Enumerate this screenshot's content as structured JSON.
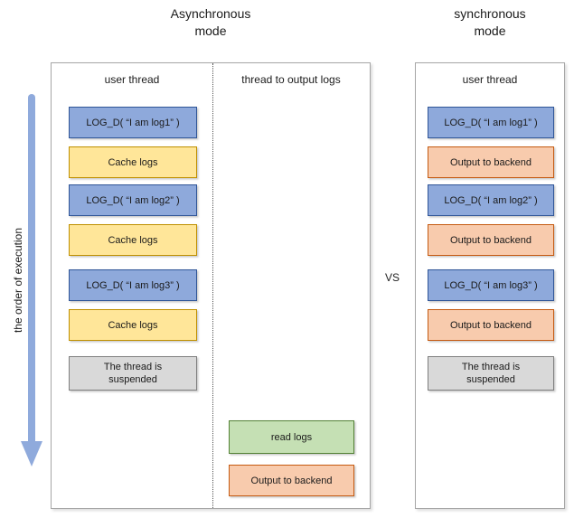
{
  "header": {
    "async_title": "Asynchronous\nmode",
    "sync_title": "synchronous\nmode",
    "vs_label": "VS"
  },
  "execution_axis": {
    "label": "the order of execution"
  },
  "async_panel": {
    "columns": [
      {
        "header": "user thread",
        "boxes": [
          {
            "label": "LOG_D( “I am log1” )",
            "type": "log-call"
          },
          {
            "label": "Cache logs",
            "type": "cache"
          },
          {
            "label": "LOG_D( “I am log2” )",
            "type": "log-call"
          },
          {
            "label": "Cache logs",
            "type": "cache"
          },
          {
            "label": "LOG_D( “I am log3” )",
            "type": "log-call"
          },
          {
            "label": "Cache logs",
            "type": "cache"
          },
          {
            "label": "The thread is\nsuspended",
            "type": "suspended"
          }
        ]
      },
      {
        "header": "thread to output logs",
        "boxes": [
          {
            "label": "read logs",
            "type": "read"
          },
          {
            "label": "Output to backend",
            "type": "output"
          }
        ]
      }
    ]
  },
  "sync_panel": {
    "columns": [
      {
        "header": "user thread",
        "boxes": [
          {
            "label": "LOG_D( “I am log1” )",
            "type": "log-call"
          },
          {
            "label": "Output to backend",
            "type": "output"
          },
          {
            "label": "LOG_D( “I am log2” )",
            "type": "log-call"
          },
          {
            "label": "Output to backend",
            "type": "output"
          },
          {
            "label": "LOG_D( “I am log3” )",
            "type": "log-call"
          },
          {
            "label": "Output to backend",
            "type": "output"
          },
          {
            "label": "The thread is\nsuspended",
            "type": "suspended"
          }
        ]
      }
    ]
  },
  "colors": {
    "log_call_fill": "#8EA9DB",
    "log_call_border": "#2F5597",
    "cache_fill": "#FFE699",
    "cache_border": "#BF9000",
    "read_fill": "#C5E0B4",
    "read_border": "#538135",
    "output_fill": "#F8CBAD",
    "output_border": "#C55A11",
    "suspended_fill": "#D9D9D9",
    "suspended_border": "#7F7F7F",
    "arrow": "#8FAADC",
    "panel_border": "#A6A6A6"
  }
}
